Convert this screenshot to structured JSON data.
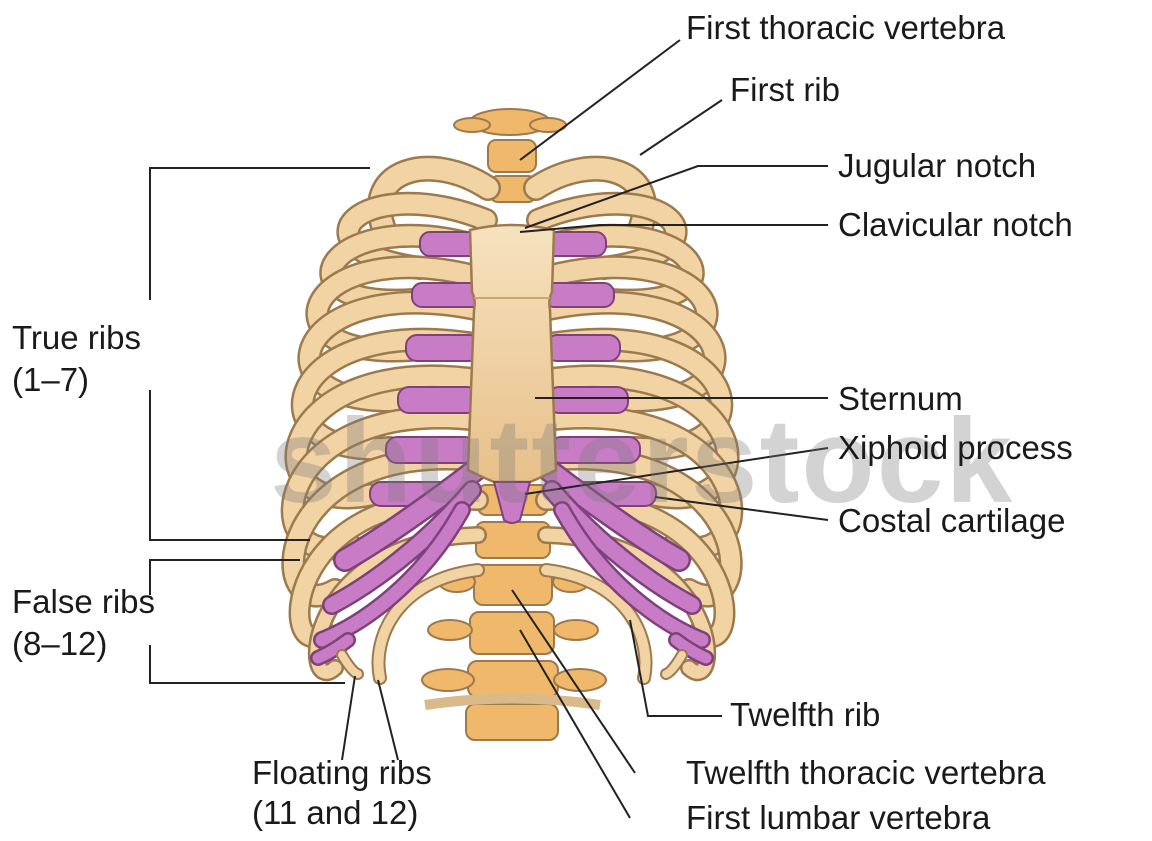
{
  "labels": {
    "first_thoracic_vertebra": "First thoracic vertebra",
    "first_rib": "First rib",
    "jugular_notch": "Jugular notch",
    "clavicular_notch": "Clavicular notch",
    "sternum": "Sternum",
    "xiphoid_process": "Xiphoid process",
    "costal_cartilage": "Costal cartilage",
    "true_ribs_line1": "True ribs",
    "true_ribs_line2": "(1–7)",
    "false_ribs_line1": "False ribs",
    "false_ribs_line2": "(8–12)",
    "floating_ribs_line1": "Floating ribs",
    "floating_ribs_line2": "(11 and 12)",
    "twelfth_rib": "Twelfth rib",
    "twelfth_thoracic_vertebra": "Twelfth thoracic vertebra",
    "first_lumbar_vertebra": "First lumbar vertebra"
  },
  "watermark": "shutterstock",
  "colors": {
    "bone": "#f1d3a4",
    "bone_edge": "#9c7a4e",
    "vertebra": "#f0b86a",
    "cartilage": "#c97cc6",
    "leader": "#222222"
  }
}
